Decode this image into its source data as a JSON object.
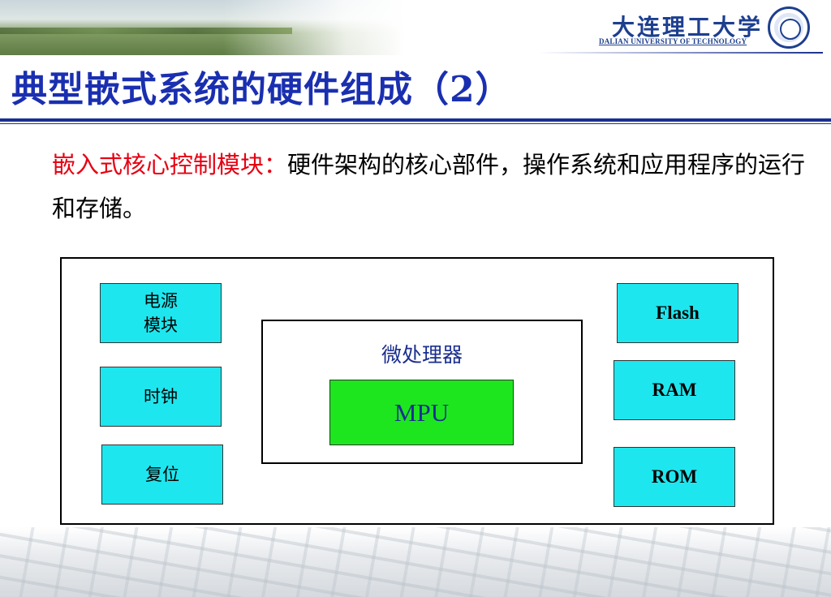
{
  "header": {
    "logo_cn": "大连理工大学",
    "logo_en": "DALIAN UNIVERSITY OF TECHNOLOGY"
  },
  "slide": {
    "title": "典型嵌式系统的硬件组成（2）",
    "term": "嵌入式核心控制模块：",
    "description": "硬件架构的核心部件，操作系统和应用程序的运行和存储。"
  },
  "diagram": {
    "left_blocks": [
      {
        "line1": "电源",
        "line2": "模块"
      },
      {
        "label": "时钟"
      },
      {
        "label": "复位"
      }
    ],
    "processor_label": "微处理器",
    "mpu_label": "MPU",
    "right_blocks": [
      "Flash",
      "RAM",
      "ROM"
    ]
  },
  "colors": {
    "title": "#1a2fb0",
    "term": "#e60012",
    "block_fill": "#1ee6ee",
    "mpu_fill": "#1de61e",
    "rule": "#1b2f8f"
  }
}
